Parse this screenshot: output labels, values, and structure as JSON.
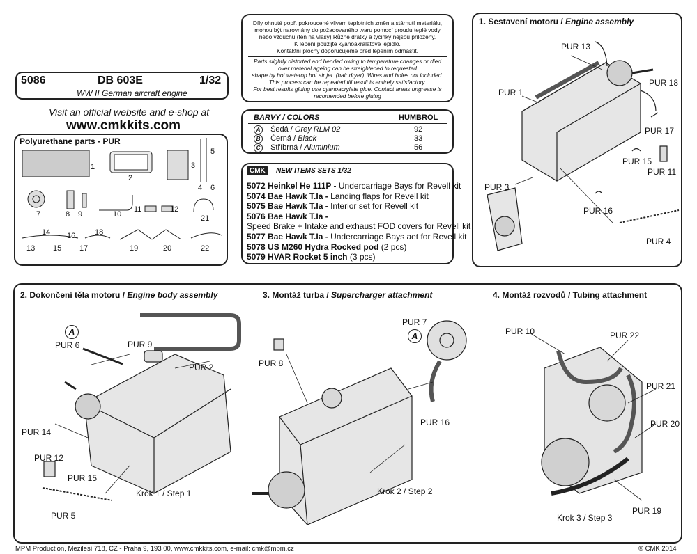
{
  "header": {
    "kit_number": "5086",
    "kit_name": "DB 603E",
    "scale": "1/32",
    "subtitle": "WW II German aircraft engine",
    "visit_text": "Visit an official website and e-shop at",
    "website": "www.cmkkits.com"
  },
  "notice": {
    "czech_lines": [
      "Díly ohnuté popř. pokroucené vlivem teplotních změn a stárnutí materiálu,",
      "mohou být narovnány do požadovaného tvaru pomocí proudu teplé vody",
      "nebo vzduchu (fén na vlasy).Různé drátky a tyčinky nejsou přiloženy.",
      "K lepení použijte kyanoakralátové lepidlo.",
      "Kontaktní plochy doporučujeme před lepením odmastit."
    ],
    "english_lines": [
      "Parts slightly distorted and bended owing to temperature changes or died",
      "over material ageing can be straightened to requested",
      "shape by hot waterор hot  air jet.  (hair dryer). Wires and holes not included.",
      "This process can be repeated till result is entirely satisfactory.",
      "For best results gluing use cyanoacrylate glue. Contact areas ungrease is",
      "recomended before gluing"
    ]
  },
  "colors": {
    "header_left": "BARVY / COLORS",
    "header_right": "HUMBROL",
    "rows": [
      {
        "letter": "A",
        "cz": "Šedá / ",
        "en": "Grey RLM 02",
        "code": "92"
      },
      {
        "letter": "B",
        "cz": "Černá / ",
        "en": "Black",
        "code": "33"
      },
      {
        "letter": "C",
        "cz": "Stříbrná / ",
        "en": "Aluminium",
        "code": "56"
      }
    ]
  },
  "new_items": {
    "logo": "CMK",
    "title": "NEW ITEMS SETS  1/32",
    "lines": [
      {
        "bold": "5072 Heinkel He 111P - ",
        "rest": "Undercarriage Bays for Revell kit"
      },
      {
        "bold": "5074 Bae Hawk T.Ia - ",
        "rest": "Landing flaps for Revell kit"
      },
      {
        "bold": "5075 Bae Hawk T.Ia - ",
        "rest": "Interior set for Revell kit"
      },
      {
        "bold": "5076 Bae Hawk T.Ia - ",
        "rest": ""
      },
      {
        "bold": "",
        "rest": "Speed Brake + Intake and exhaust FOD covers for Revell kit"
      },
      {
        "bold": "5077 Bae Hawk T.Ia ",
        "rest": "- Undercarriage Bays aet for Revell kit"
      },
      {
        "bold": "5078 US M260 Hydra Rocked pod ",
        "rest": "(2 pcs)"
      },
      {
        "bold": "5079 HVAR Rocket 5 inch ",
        "rest": "(3 pcs)"
      }
    ]
  },
  "parts": {
    "title": "Polyurethane parts - PUR",
    "numbers": [
      "1",
      "2",
      "3",
      "4",
      "5",
      "6",
      "7",
      "8",
      "9",
      "10",
      "11",
      "12",
      "13",
      "14",
      "15",
      "16",
      "17",
      "18",
      "19",
      "20",
      "21",
      "22"
    ]
  },
  "step1": {
    "title_cz": "1. Sestavení motoru / ",
    "title_en": "Engine assembly",
    "labels": [
      "PUR 13",
      "PUR 18",
      "PUR 1",
      "PUR 17",
      "PUR 15",
      "PUR 11",
      "PUR 3",
      "PUR 16",
      "PUR 4"
    ]
  },
  "step2": {
    "title_cz": "2. Dokončení těla motoru / ",
    "title_en": "Engine body assembly",
    "labels": [
      "PUR 6",
      "PUR 9",
      "PUR 2",
      "PUR 14",
      "PUR 12",
      "PUR 15",
      "PUR 5"
    ],
    "color_marker": "A",
    "caption": "Krok 1 / Step 1"
  },
  "step3": {
    "title_cz": "3. Montáž turba / ",
    "title_en": "Supercharger attachment",
    "labels": [
      "PUR 7",
      "PUR 8",
      "PUR 16"
    ],
    "color_marker": "A",
    "caption": "Krok 2 / Step 2"
  },
  "step4": {
    "title": "4. Montáž rozvodů / Tubing attachment",
    "labels": [
      "PUR 10",
      "PUR 22",
      "PUR 21",
      "PUR 20",
      "PUR 19"
    ],
    "caption": "Krok 3 / Step 3"
  },
  "footer": {
    "address": "MPM Production, Mezilesí 718, CZ - Praha 9, 193 00, www.cmkkits.com,  e-mail: cmk@mpm.cz",
    "copyright": "© CMK 2014"
  }
}
